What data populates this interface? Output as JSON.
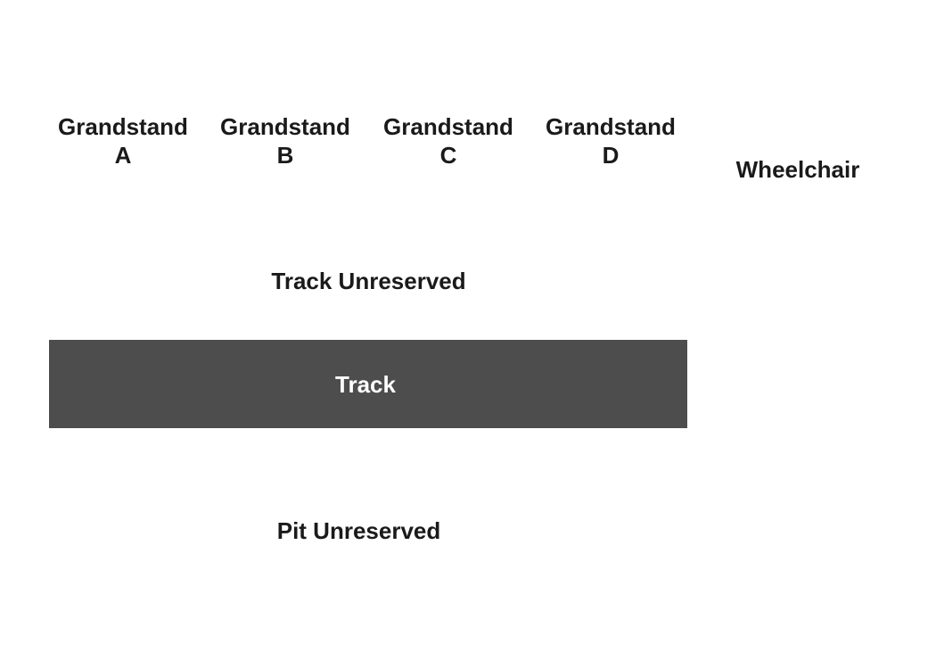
{
  "map": {
    "grandstands": [
      {
        "line1": "Grandstand",
        "line2": "A"
      },
      {
        "line1": "Grandstand",
        "line2": "B"
      },
      {
        "line1": "Grandstand",
        "line2": "C"
      },
      {
        "line1": "Grandstand",
        "line2": "D"
      }
    ],
    "wheelchair": "Wheelchair",
    "track_unreserved": "Track Unreserved",
    "track": "Track",
    "pit_unreserved": "Pit Unreserved"
  },
  "colors": {
    "track_fill": "#4d4d4d",
    "label_text": "#1a1a1a",
    "track_text": "#ffffff",
    "background": "#ffffff"
  }
}
